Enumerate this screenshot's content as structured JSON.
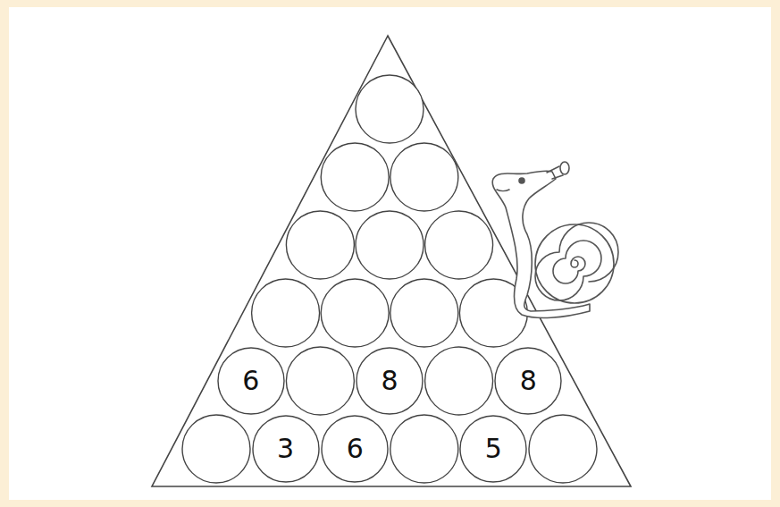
{
  "diagram": {
    "nodes": [
      {
        "text": [
          "6"
        ]
      },
      {
        "text": [
          "8"
        ]
      },
      {
        "text": [
          "8"
        ]
      },
      {
        "text": [
          "3"
        ]
      },
      {
        "text": [
          "6"
        ]
      },
      {
        "text": [
          "5"
        ]
      }
    ]
  }
}
